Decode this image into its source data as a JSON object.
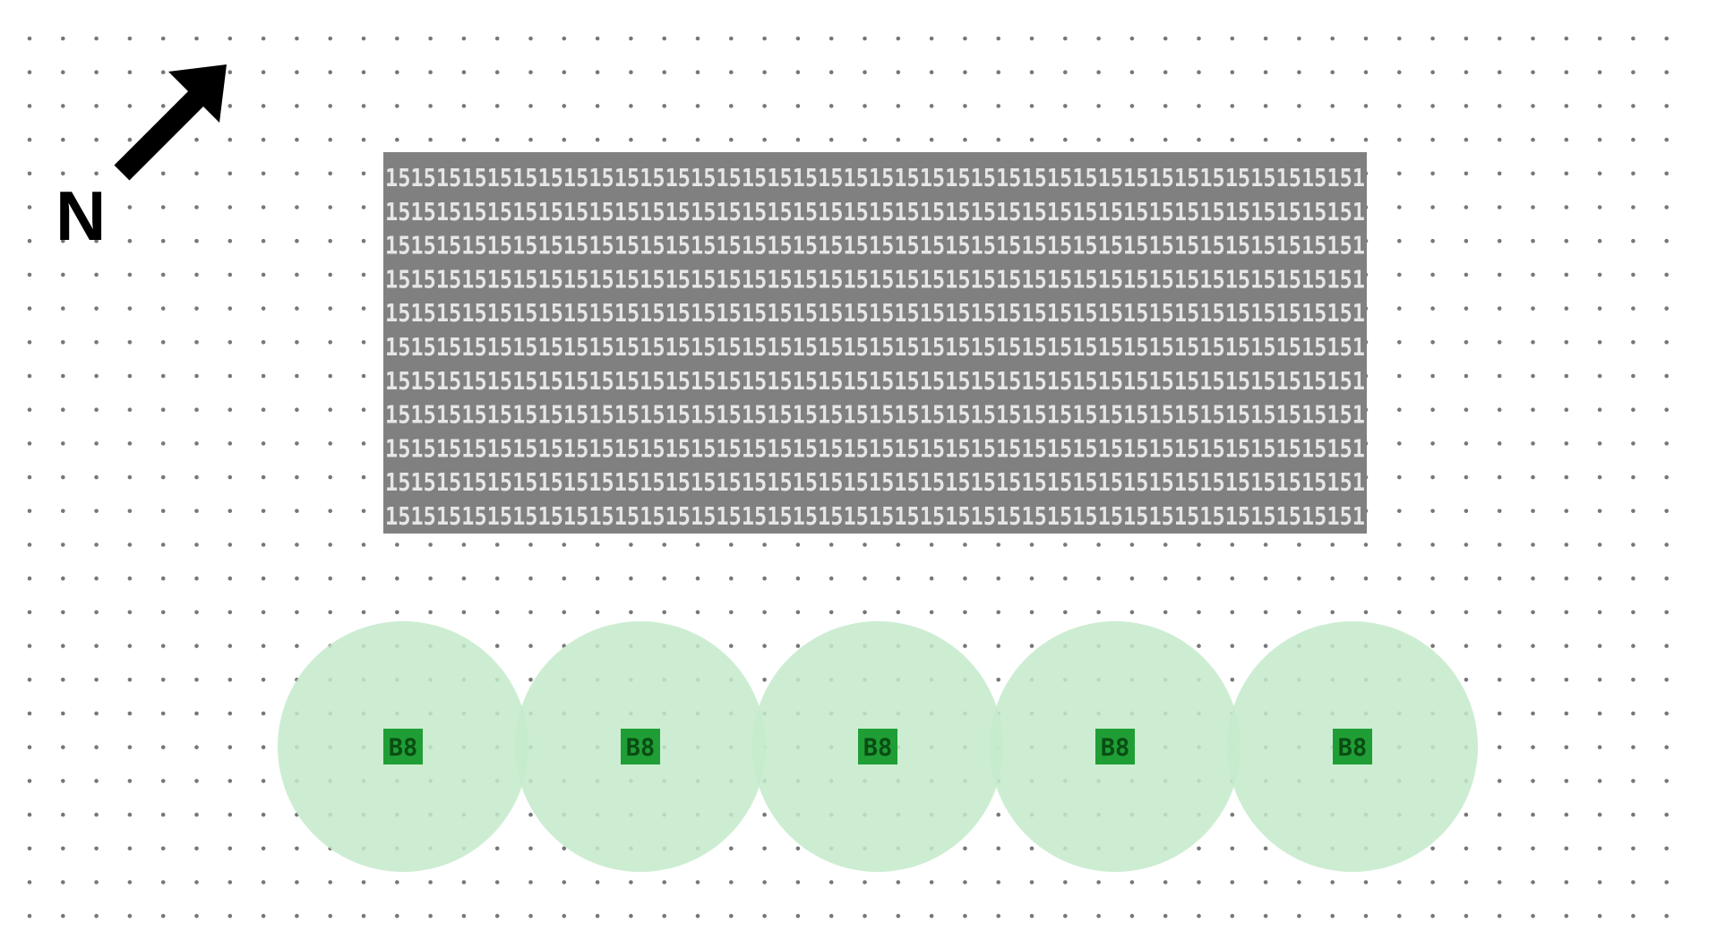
{
  "north": {
    "label": "N",
    "icon": "north-arrow-icon"
  },
  "block": {
    "cell_label": "15",
    "rows": 11,
    "fill_color": "#808080",
    "text_color": "#e6e6e6"
  },
  "trees": {
    "label": "B8",
    "items": [
      "B8",
      "B8",
      "B8",
      "B8",
      "B8"
    ],
    "circle_color": "#c4eacb",
    "marker_color": "#1f9e35",
    "marker_text_color": "#0a4d14"
  },
  "background": {
    "dot_color": "#777777"
  }
}
